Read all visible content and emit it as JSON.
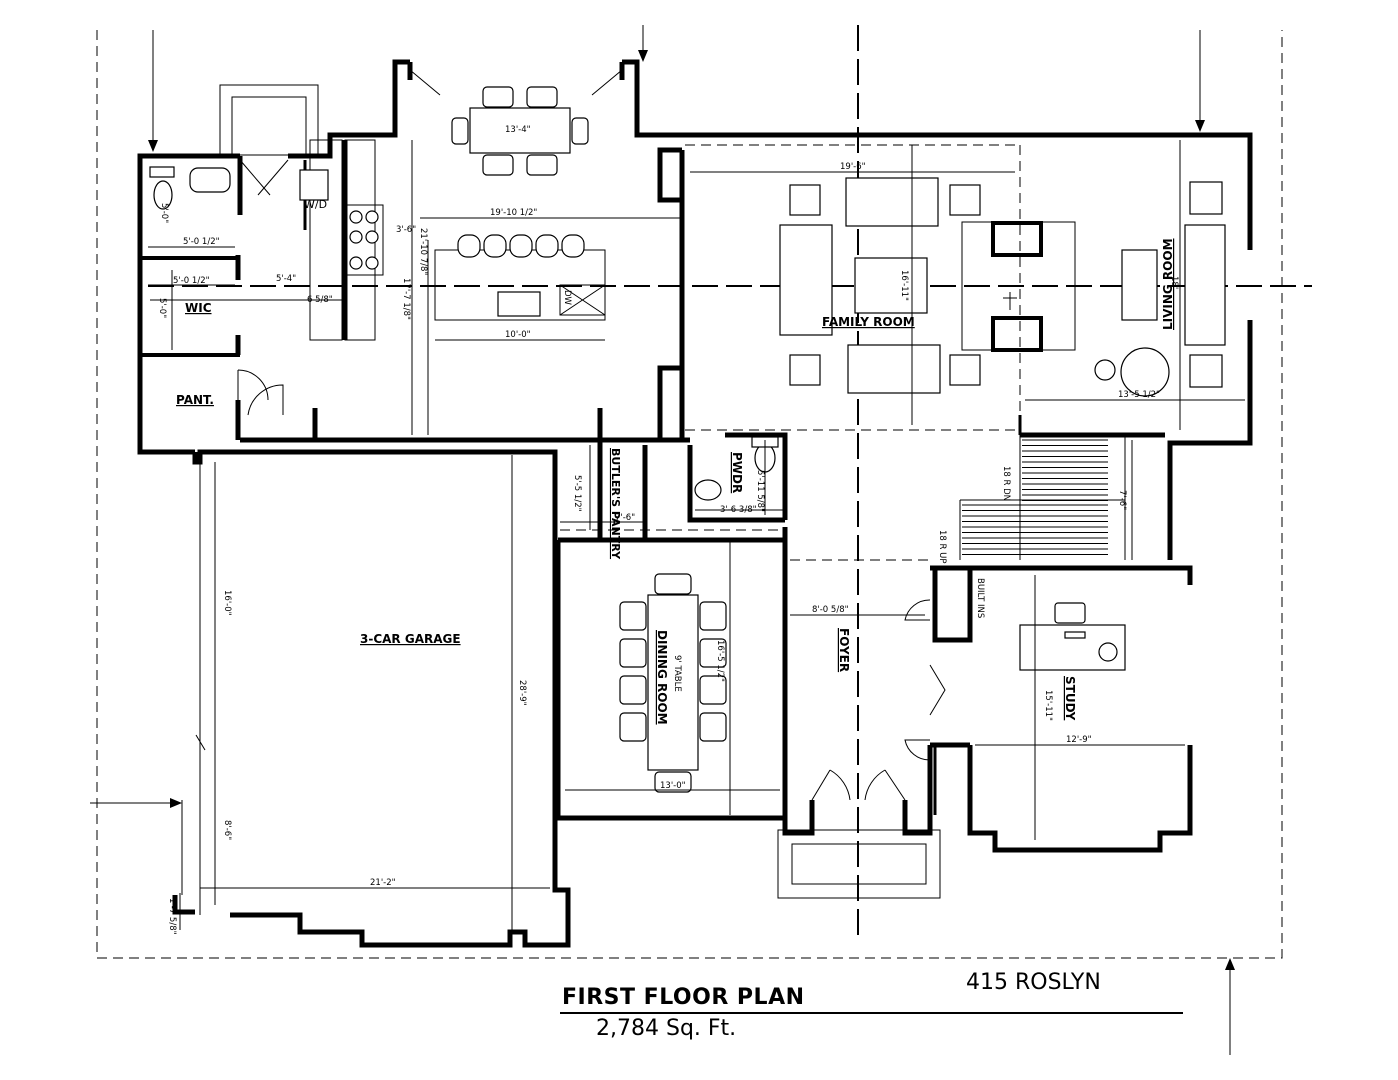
{
  "plan": {
    "title": "FIRST FLOOR PLAN",
    "area": "2,784 Sq. Ft.",
    "address": "415 ROSLYN"
  },
  "rooms": {
    "family_room": "FAMILY ROOM",
    "living_room": "LIVING ROOM",
    "wic": "WIC",
    "pantry": "PANT.",
    "garage": "3-CAR GARAGE",
    "butlers_pantry": "BUTLER'S PANTRY",
    "powder": "PWDR",
    "dining_room": "DINING ROOM",
    "foyer": "FOYER",
    "study": "STUDY",
    "built_ins": "BUILT INS",
    "wd": "W/D",
    "dw": "DW",
    "table_note": "9' TABLE"
  },
  "dims": {
    "dining_table": "13'-4\"",
    "kitchen_width": "19'-10 1/2\"",
    "kitchen_depth": "21'-10 7/8\"",
    "kitchen_17": "17'-7 1/8\"",
    "island_gap": "3'-6\"",
    "island_len": "10'-0\"",
    "family_width": "19'-6\"",
    "family_depth": "16'-11\"",
    "living_width": "13'-5 1/2\"",
    "living_depth": "18'",
    "bath_d1": "5'-0\"",
    "bath_w": "5'-0 1/2\"",
    "wic_w": "5'-0 1/2\"",
    "wic_d": "5'-0\"",
    "mud_w": "5'-4\"",
    "mud_d": "6 5/8\"",
    "butler_w": "7'-6\"",
    "butler_d": "5'-5 1/2\"",
    "pwdr_w": "3'-6 3/8\"",
    "pwdr_d": "5'-11 5/8\"",
    "stair_dn": "18 R DN",
    "stair_up": "18 R UP",
    "stair_w": "7'-6\"",
    "dining_w": "13'-0\"",
    "dining_d": "16'-5 1/2\"",
    "foyer_w": "8'-0 5/8\"",
    "study_w": "12'-9\"",
    "study_d": "15'-11\"",
    "garage_16": "16'-0\"",
    "garage_86": "8'-6\"",
    "garage_d": "28'-9\"",
    "garage_w": "21'-2\"",
    "garage_edge": "1'-7 5/8\""
  }
}
